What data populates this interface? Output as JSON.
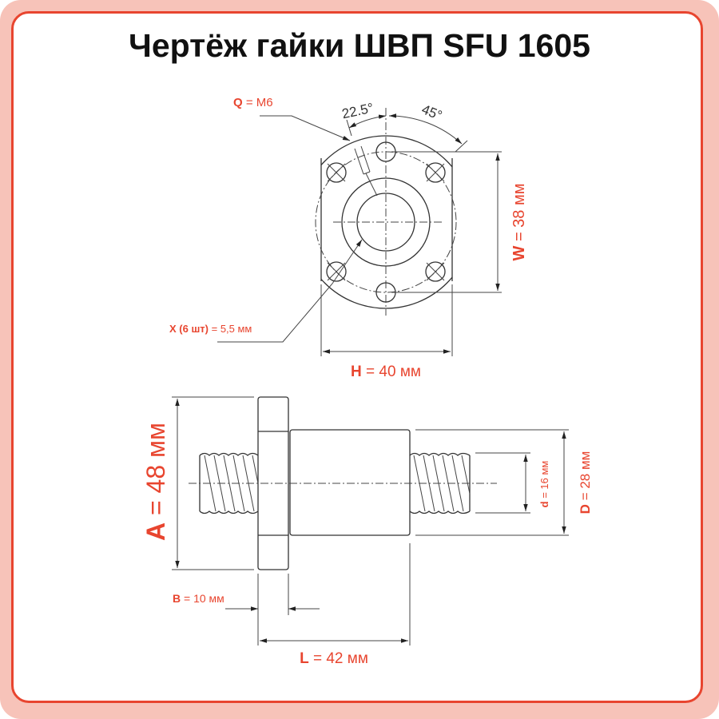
{
  "title": "Чертёж гайки ШВП SFU 1605",
  "accent_color": "#e8452f",
  "top_view": {
    "angle_1": "22.5°",
    "angle_2": "45°",
    "q": {
      "key": "Q",
      "value": " = M6"
    },
    "x": {
      "key": "X (6 шт)",
      "value": " = 5,5 мм"
    },
    "w": {
      "key": "W",
      "value": " = 38 мм"
    },
    "h": {
      "key": "H",
      "value": " = 40 мм"
    }
  },
  "side_view": {
    "a": {
      "key": "A",
      "value": " = 48 мм"
    },
    "b": {
      "key": "B",
      "value": " = 10 мм"
    },
    "l": {
      "key": "L",
      "value": " = 42 мм"
    },
    "d_small": {
      "key": "d",
      "value": " = 16 мм"
    },
    "d_large": {
      "key": "D",
      "value": " = 28 мм"
    }
  }
}
